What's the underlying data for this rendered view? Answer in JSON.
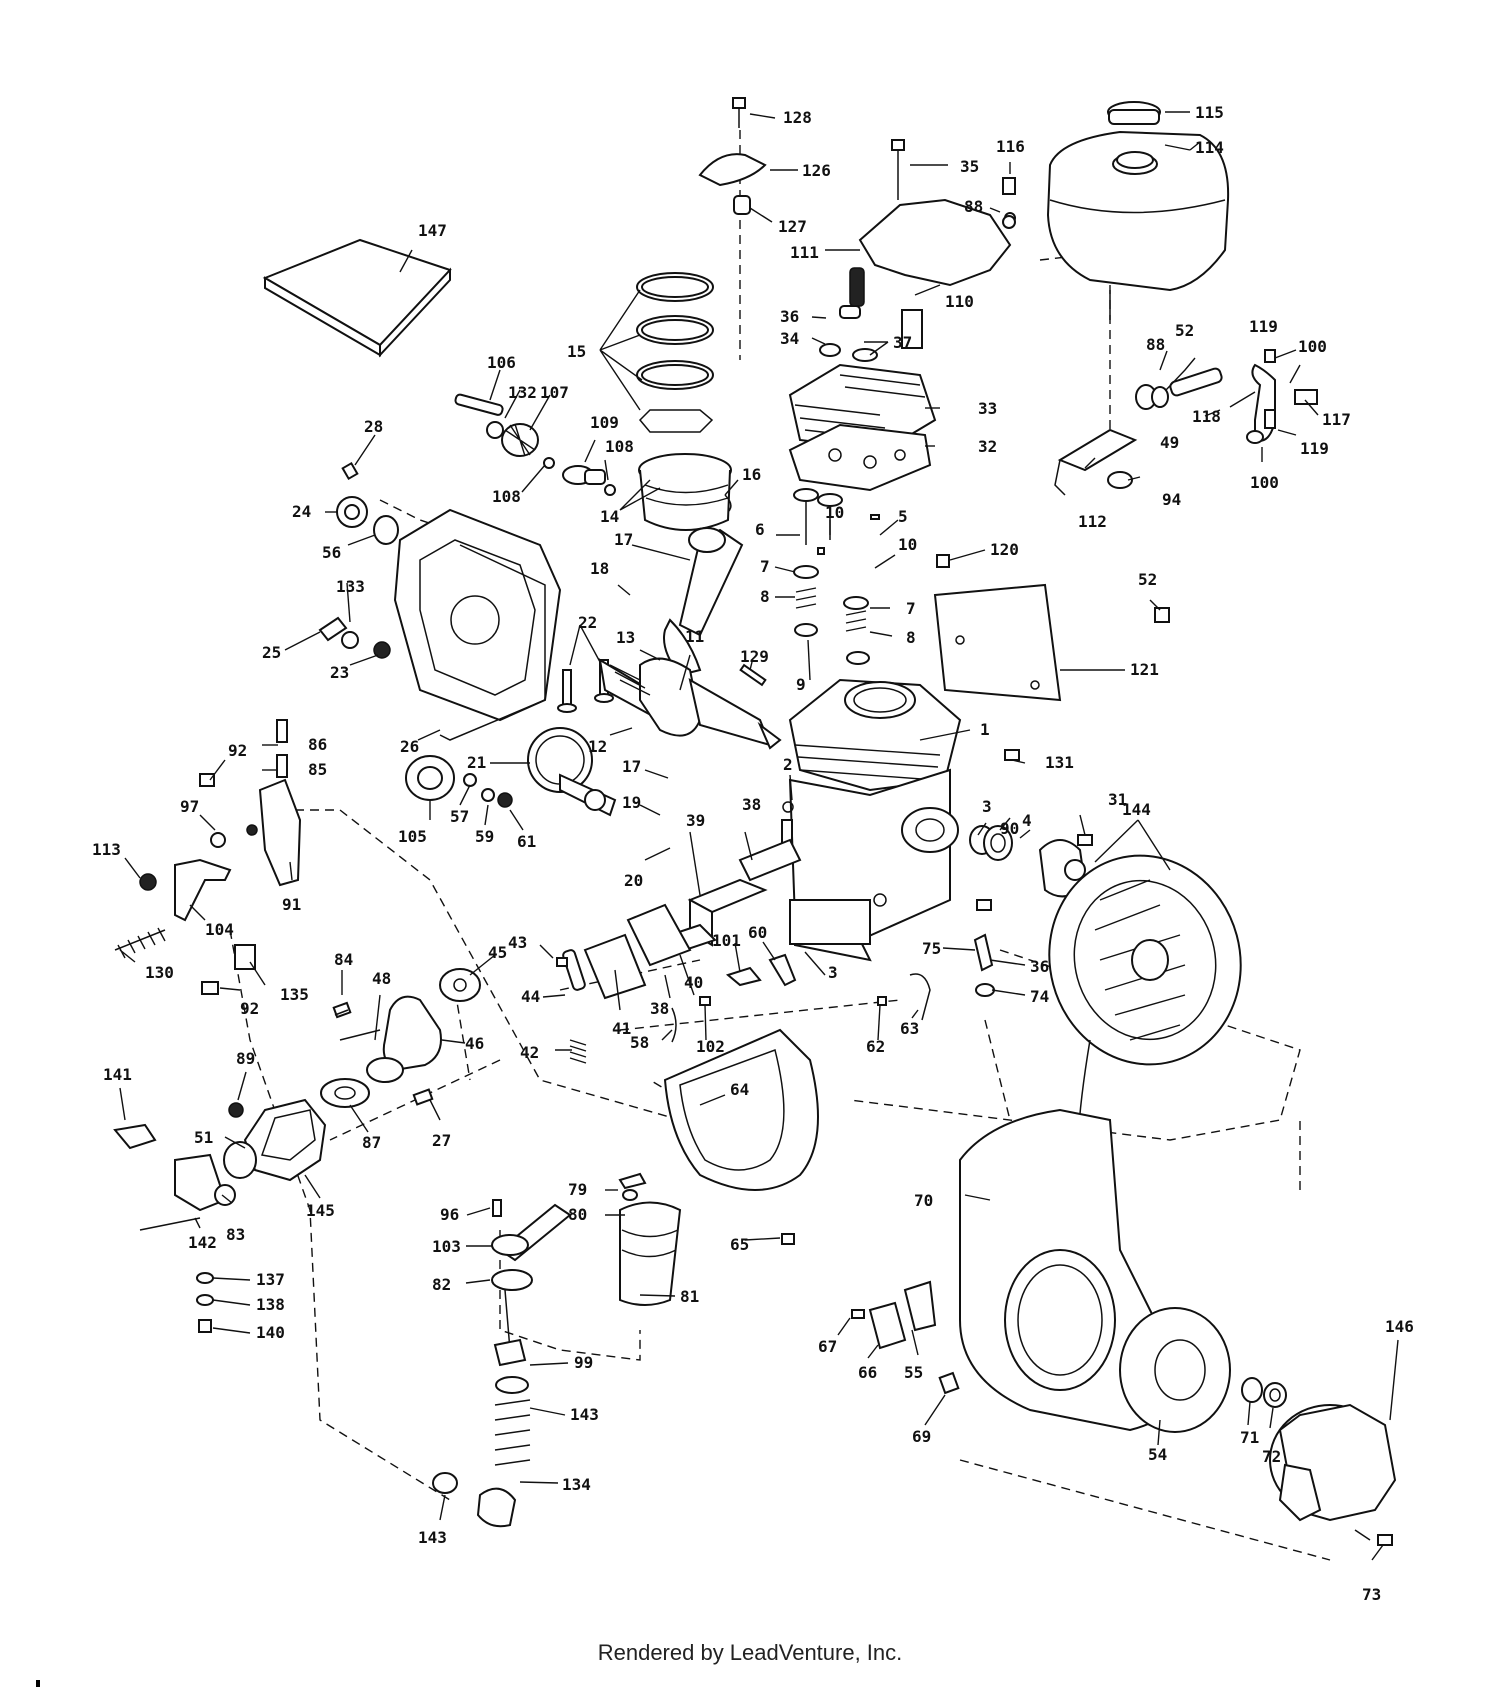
{
  "diagram": {
    "footer": "Rendered by LeadVenture, Inc.",
    "callouts": [
      {
        "id": "c128",
        "label": "128"
      },
      {
        "id": "c126",
        "label": "126"
      },
      {
        "id": "c127",
        "label": "127"
      },
      {
        "id": "c35",
        "label": "35"
      },
      {
        "id": "c116",
        "label": "116"
      },
      {
        "id": "c88a",
        "label": "88"
      },
      {
        "id": "c111",
        "label": "111"
      },
      {
        "id": "c110",
        "label": "110"
      },
      {
        "id": "c115",
        "label": "115"
      },
      {
        "id": "c114",
        "label": "114"
      },
      {
        "id": "c147",
        "label": "147"
      },
      {
        "id": "c15",
        "label": "15"
      },
      {
        "id": "c36a",
        "label": "36"
      },
      {
        "id": "c34",
        "label": "34"
      },
      {
        "id": "c37",
        "label": "37"
      },
      {
        "id": "c33",
        "label": "33"
      },
      {
        "id": "c32",
        "label": "32"
      },
      {
        "id": "c88b",
        "label": "88"
      },
      {
        "id": "c52a",
        "label": "52"
      },
      {
        "id": "c119a",
        "label": "119"
      },
      {
        "id": "c100a",
        "label": "100"
      },
      {
        "id": "c118",
        "label": "118"
      },
      {
        "id": "c117",
        "label": "117"
      },
      {
        "id": "c49",
        "label": "49"
      },
      {
        "id": "c119b",
        "label": "119"
      },
      {
        "id": "c100b",
        "label": "100"
      },
      {
        "id": "c112",
        "label": "112"
      },
      {
        "id": "c94",
        "label": "94"
      },
      {
        "id": "c106",
        "label": "106"
      },
      {
        "id": "c132",
        "label": "132"
      },
      {
        "id": "c107",
        "label": "107"
      },
      {
        "id": "c109",
        "label": "109"
      },
      {
        "id": "c108a",
        "label": "108"
      },
      {
        "id": "c108b",
        "label": "108"
      },
      {
        "id": "c14",
        "label": "14"
      },
      {
        "id": "c16",
        "label": "16"
      },
      {
        "id": "c28",
        "label": "28"
      },
      {
        "id": "c24",
        "label": "24"
      },
      {
        "id": "c56",
        "label": "56"
      },
      {
        "id": "c133",
        "label": "133"
      },
      {
        "id": "c25",
        "label": "25"
      },
      {
        "id": "c23",
        "label": "23"
      },
      {
        "id": "c26",
        "label": "26"
      },
      {
        "id": "c17a",
        "label": "17"
      },
      {
        "id": "c18",
        "label": "18"
      },
      {
        "id": "c13",
        "label": "13"
      },
      {
        "id": "c22",
        "label": "22"
      },
      {
        "id": "c11",
        "label": "11"
      },
      {
        "id": "c129",
        "label": "129"
      },
      {
        "id": "c12",
        "label": "12"
      },
      {
        "id": "c6",
        "label": "6"
      },
      {
        "id": "c10a",
        "label": "10"
      },
      {
        "id": "c5",
        "label": "5"
      },
      {
        "id": "c10b",
        "label": "10"
      },
      {
        "id": "c7a",
        "label": "7"
      },
      {
        "id": "c8a",
        "label": "8"
      },
      {
        "id": "c7b",
        "label": "7"
      },
      {
        "id": "c8b",
        "label": "8"
      },
      {
        "id": "c9",
        "label": "9"
      },
      {
        "id": "c120",
        "label": "120"
      },
      {
        "id": "c52b",
        "label": "52"
      },
      {
        "id": "c121",
        "label": "121"
      },
      {
        "id": "c1",
        "label": "1"
      },
      {
        "id": "c131",
        "label": "131"
      },
      {
        "id": "c86",
        "label": "86"
      },
      {
        "id": "c85",
        "label": "85"
      },
      {
        "id": "c92a",
        "label": "92"
      },
      {
        "id": "c97",
        "label": "97"
      },
      {
        "id": "c113",
        "label": "113"
      },
      {
        "id": "c104",
        "label": "104"
      },
      {
        "id": "c91",
        "label": "91"
      },
      {
        "id": "c130",
        "label": "130"
      },
      {
        "id": "c135",
        "label": "135"
      },
      {
        "id": "c92b",
        "label": "92"
      },
      {
        "id": "c105",
        "label": "105"
      },
      {
        "id": "c57",
        "label": "57"
      },
      {
        "id": "c59",
        "label": "59"
      },
      {
        "id": "c61",
        "label": "61"
      },
      {
        "id": "c21",
        "label": "21"
      },
      {
        "id": "c17b",
        "label": "17"
      },
      {
        "id": "c19",
        "label": "19"
      },
      {
        "id": "c2",
        "label": "2"
      },
      {
        "id": "c20",
        "label": "20"
      },
      {
        "id": "c39",
        "label": "39"
      },
      {
        "id": "c38a",
        "label": "38"
      },
      {
        "id": "c3a",
        "label": "3"
      },
      {
        "id": "c90",
        "label": "90"
      },
      {
        "id": "c4",
        "label": "4"
      },
      {
        "id": "c31",
        "label": "31"
      },
      {
        "id": "c144",
        "label": "144"
      },
      {
        "id": "c84",
        "label": "84"
      },
      {
        "id": "c48",
        "label": "48"
      },
      {
        "id": "c45",
        "label": "45"
      },
      {
        "id": "c43",
        "label": "43"
      },
      {
        "id": "c44",
        "label": "44"
      },
      {
        "id": "c41",
        "label": "41"
      },
      {
        "id": "c38b",
        "label": "38"
      },
      {
        "id": "c40",
        "label": "40"
      },
      {
        "id": "c101",
        "label": "101"
      },
      {
        "id": "c60",
        "label": "60"
      },
      {
        "id": "c3b",
        "label": "3"
      },
      {
        "id": "c75",
        "label": "75"
      },
      {
        "id": "c36b",
        "label": "36"
      },
      {
        "id": "c74",
        "label": "74"
      },
      {
        "id": "c46",
        "label": "46"
      },
      {
        "id": "c42",
        "label": "42"
      },
      {
        "id": "c58",
        "label": "58"
      },
      {
        "id": "c102",
        "label": "102"
      },
      {
        "id": "c62",
        "label": "62"
      },
      {
        "id": "c63",
        "label": "63"
      },
      {
        "id": "c141",
        "label": "141"
      },
      {
        "id": "c89",
        "label": "89"
      },
      {
        "id": "c51",
        "label": "51"
      },
      {
        "id": "c87",
        "label": "87"
      },
      {
        "id": "c27",
        "label": "27"
      },
      {
        "id": "c64",
        "label": "64"
      },
      {
        "id": "c145",
        "label": "145"
      },
      {
        "id": "c83",
        "label": "83"
      },
      {
        "id": "c142",
        "label": "142"
      },
      {
        "id": "c137",
        "label": "137"
      },
      {
        "id": "c138",
        "label": "138"
      },
      {
        "id": "c140",
        "label": "140"
      },
      {
        "id": "c79",
        "label": "79"
      },
      {
        "id": "c96",
        "label": "96"
      },
      {
        "id": "c80",
        "label": "80"
      },
      {
        "id": "c103",
        "label": "103"
      },
      {
        "id": "c65",
        "label": "65"
      },
      {
        "id": "c70",
        "label": "70"
      },
      {
        "id": "c82",
        "label": "82"
      },
      {
        "id": "c81",
        "label": "81"
      },
      {
        "id": "c99",
        "label": "99"
      },
      {
        "id": "c143a",
        "label": "143"
      },
      {
        "id": "c134",
        "label": "134"
      },
      {
        "id": "c143b",
        "label": "143"
      },
      {
        "id": "c67",
        "label": "67"
      },
      {
        "id": "c66",
        "label": "66"
      },
      {
        "id": "c55",
        "label": "55"
      },
      {
        "id": "c69",
        "label": "69"
      },
      {
        "id": "c54",
        "label": "54"
      },
      {
        "id": "c71",
        "label": "71"
      },
      {
        "id": "c72",
        "label": "72"
      },
      {
        "id": "c146",
        "label": "146"
      },
      {
        "id": "c73",
        "label": "73"
      }
    ]
  }
}
